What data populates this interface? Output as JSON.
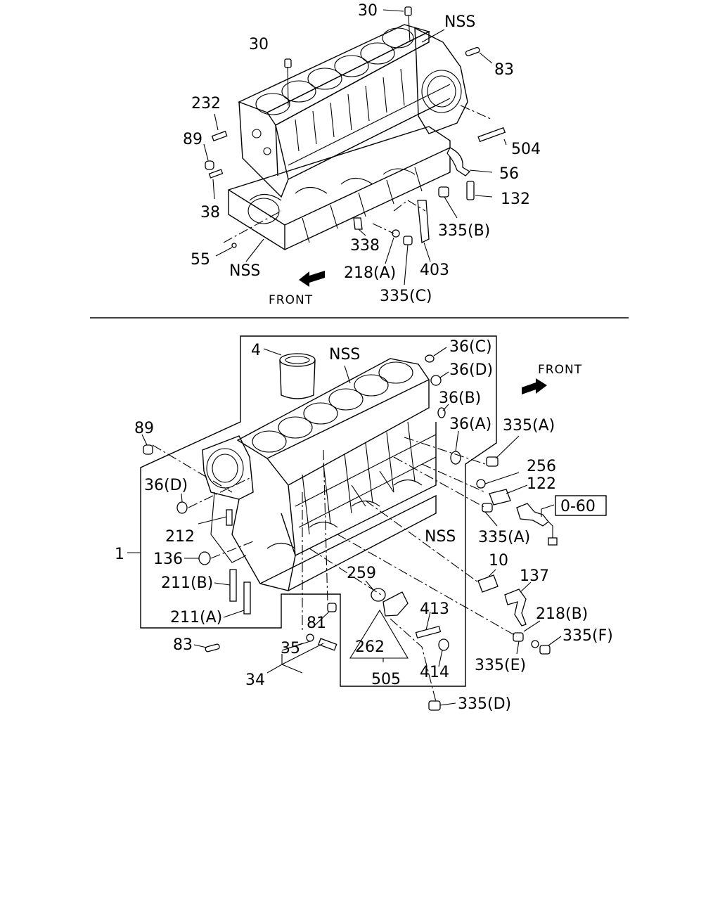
{
  "top_diagram": {
    "front_label": "FRONT",
    "callouts": {
      "p30a": "30",
      "p30b": "30",
      "nss_rear": "NSS",
      "p83": "83",
      "p232": "232",
      "p89": "89",
      "p504": "504",
      "p56": "56",
      "p38": "38",
      "p132": "132",
      "p335b": "335(B)",
      "p55": "55",
      "p338": "338",
      "nss_bottom": "NSS",
      "p218a": "218(A)",
      "p403": "403",
      "p335c": "335(C)"
    }
  },
  "bottom_diagram": {
    "front_label": "FRONT",
    "callouts": {
      "p4": "4",
      "nss_top": "NSS",
      "p36c": "36(C)",
      "p36d_right": "36(D)",
      "p36b": "36(B)",
      "p36a": "36(A)",
      "p335a_top": "335(A)",
      "p256": "256",
      "p122": "122",
      "ref_060": "0-60",
      "p89": "89",
      "p36d_left": "36(D)",
      "p212": "212",
      "p1": "1",
      "p136": "136",
      "nss_side": "NSS",
      "p335a_mid": "335(A)",
      "p10": "10",
      "p137": "137",
      "p259": "259",
      "p413": "413",
      "p211b": "211(B)",
      "p211a": "211(A)",
      "p81": "81",
      "p218b": "218(B)",
      "p335f": "335(F)",
      "p83": "83",
      "p35": "35",
      "p262": "262",
      "p335e": "335(E)",
      "p34": "34",
      "p505": "505",
      "p414": "414",
      "p335d": "335(D)"
    }
  }
}
